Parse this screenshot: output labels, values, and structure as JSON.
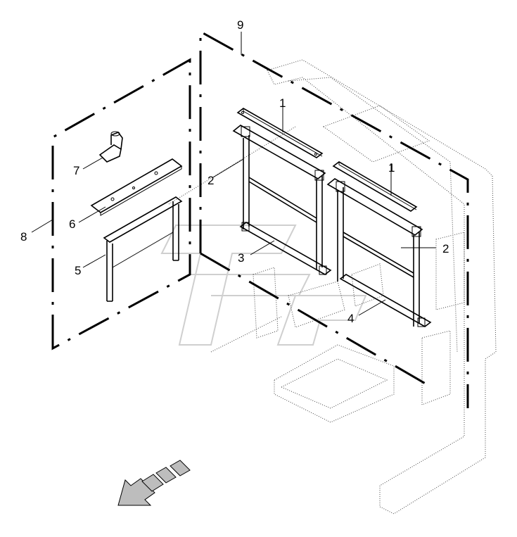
{
  "callouts": [
    {
      "id": "label-1a",
      "text": "1"
    },
    {
      "id": "label-1b",
      "text": "1"
    },
    {
      "id": "label-2a",
      "text": "2"
    },
    {
      "id": "label-2b",
      "text": "2"
    },
    {
      "id": "label-3",
      "text": "3"
    },
    {
      "id": "label-4",
      "text": "4"
    },
    {
      "id": "label-5",
      "text": "5"
    },
    {
      "id": "label-6",
      "text": "6"
    },
    {
      "id": "label-7",
      "text": "7"
    },
    {
      "id": "label-8",
      "text": "8"
    },
    {
      "id": "label-9",
      "text": "9"
    }
  ],
  "colors": {
    "line": "#000000",
    "watermark": "#cfcfcf",
    "arrow_fill": "#bdbdbd"
  }
}
